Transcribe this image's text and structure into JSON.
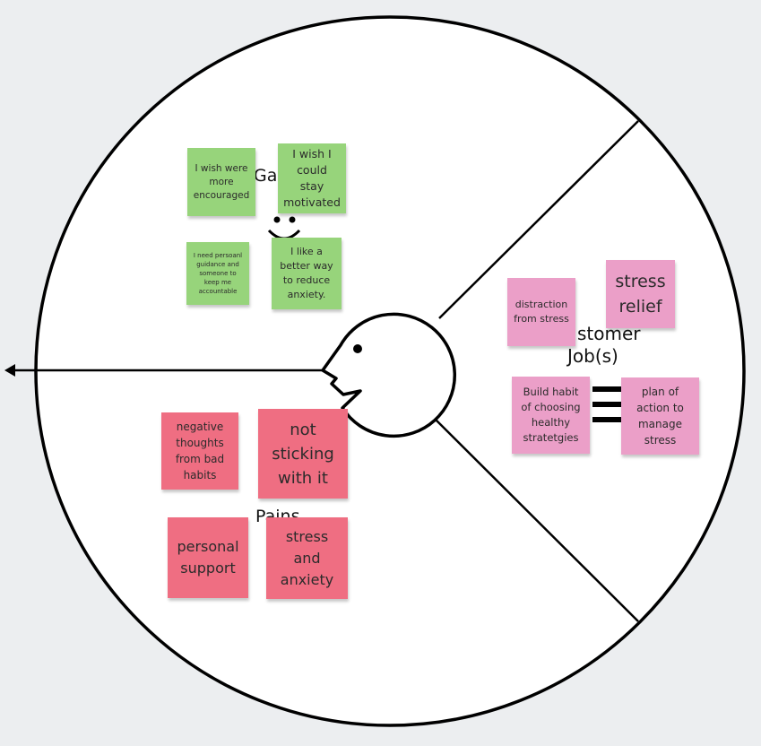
{
  "labels": {
    "gains": "Ga",
    "pains": "Pains",
    "jobs_line1": "stomer",
    "jobs_line2": "Job(s)"
  },
  "notes": {
    "gain_encouraged": "I wish were more encouraged",
    "gain_motivated": "I wish I could stay motivated",
    "gain_guidance": "I need persoanl guidance and someone to keep me accountable",
    "gain_reduce_anxiety": "I like a better way to reduce anxiety.",
    "job_distraction": "distraction from stress",
    "job_stress_relief": "stress relief",
    "job_build_habit": "Build habit of choosing healthy stratetgies",
    "job_plan_action": "plan of action to manage stress",
    "pain_negative_thoughts": "negative thoughts from bad habits",
    "pain_not_sticking": "not sticking with it",
    "pain_personal_support": "personal support",
    "pain_stress_anxiety": "stress and anxiety"
  },
  "colors": {
    "background": "#eceef0",
    "gain_note": "#97d47b",
    "job_note": "#eb9fc8",
    "pain_note": "#ef6e82",
    "ink": "#000000"
  }
}
